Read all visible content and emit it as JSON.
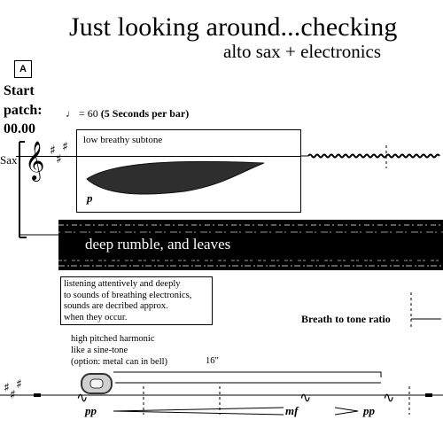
{
  "title": "Just looking around...checking",
  "subtitle": "alto sax + electronics",
  "rehearsal_mark": "A",
  "start_label_1": "Start",
  "start_label_2": "patch:",
  "start_label_3": "00.00",
  "tempo_value": "= 60",
  "tempo_text": "(5 Seconds per bar)",
  "instrument": "Sax",
  "subtone_label": "low breathy subtone",
  "dynamic_p": "p",
  "electronics_label": "deep rumble, and leaves",
  "instructions": [
    "listening attentively and deeply",
    "to sounds of breathing electronics,",
    "sounds are decribed approx.",
    "when they occur."
  ],
  "ratio_label": "Breath to tone ratio",
  "harmonic_text": [
    "high pitched harmonic",
    "like a sine-tone",
    "(option: metal can in bell)"
  ],
  "duration": "16\"",
  "dyn_pp_1": "pp",
  "dyn_mf": "mf",
  "dyn_pp_2": "pp"
}
